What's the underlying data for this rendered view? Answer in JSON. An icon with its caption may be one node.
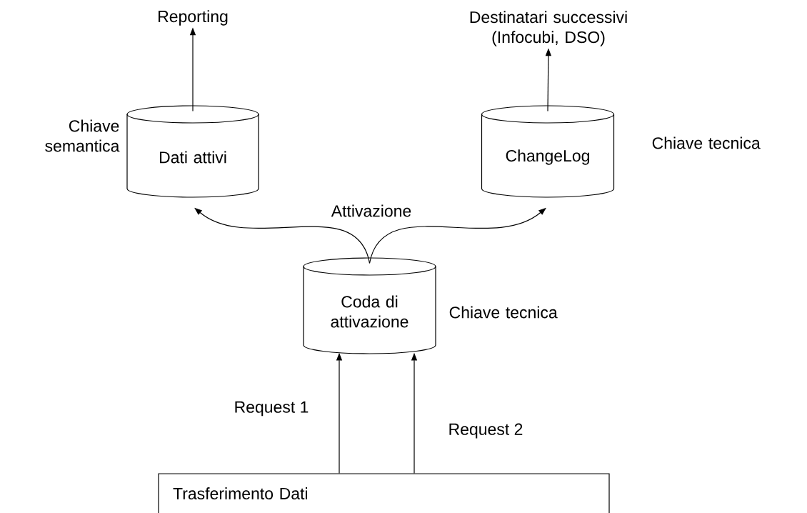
{
  "diagram": {
    "nodes": [
      {
        "text": [
          "Reporting"
        ]
      },
      {
        "text": [
          "Destinatari successivi (Infocubi, DSO)"
        ]
      },
      {
        "text": [
          "Dati attivi"
        ],
        "beside": [
          "Chiave semantica"
        ]
      },
      {
        "text": [
          "ChangeLog"
        ],
        "beside": [
          "Chiave tecnica"
        ]
      },
      {
        "text": [
          "Coda di attivazione"
        ],
        "beside": [
          "Chiave tecnica"
        ]
      },
      {
        "text": [
          "Trasferimento Dati"
        ]
      }
    ],
    "edges": [
      {
        "from": 2,
        "to": 0,
        "arrow": "to"
      },
      {
        "from": 3,
        "to": 1,
        "arrow": "to"
      },
      {
        "from": 4,
        "to": 2,
        "arrow": "to"
      },
      {
        "from": 4,
        "to": 3,
        "arrow": "to"
      },
      {
        "from": 5,
        "to": 4,
        "arrow": "to",
        "label": "Request 1"
      },
      {
        "from": 5,
        "to": 4,
        "arrow": "to",
        "label": "Request 2"
      }
    ],
    "labels": [
      "Attivazione"
    ]
  }
}
